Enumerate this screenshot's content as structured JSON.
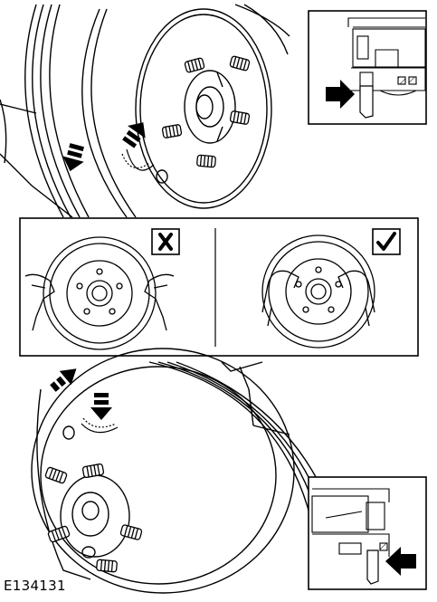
{
  "figure": {
    "caption": "E134131"
  },
  "panels": {
    "middle_left": {
      "badge": "wrong",
      "badge_icon": "cross-icon"
    },
    "middle_right": {
      "badge": "correct",
      "badge_icon": "check-icon"
    }
  },
  "colors": {
    "line": "#000000",
    "background": "#ffffff",
    "panel_border": "#000000"
  }
}
